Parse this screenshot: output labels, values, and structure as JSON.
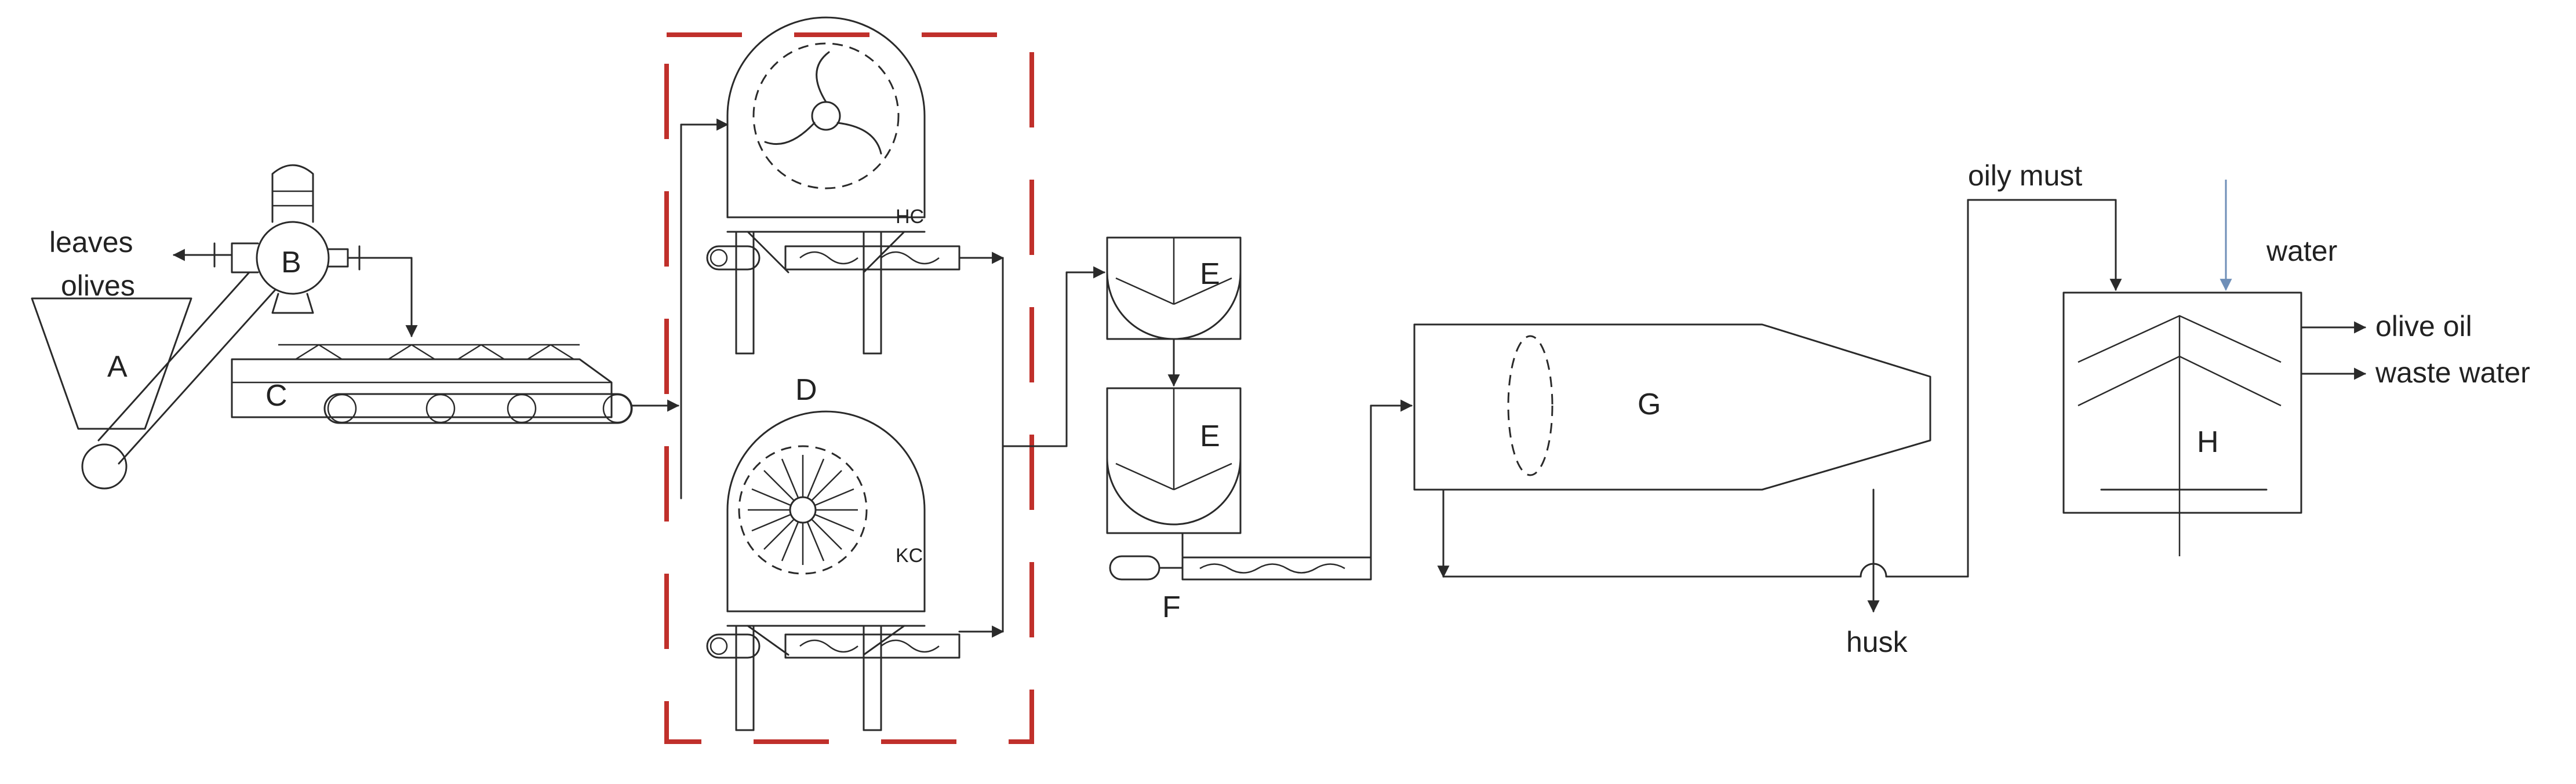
{
  "units": {
    "A": "A",
    "B": "B",
    "C": "C",
    "D": "D",
    "E_top": "E",
    "E_bottom": "E",
    "F": "F",
    "G": "G",
    "H": "H",
    "HC": "HC",
    "KC": "KC"
  },
  "flows": {
    "leaves": "leaves",
    "olives": "olives",
    "oily_must": "oily must",
    "water": "water",
    "olive_oil": "olive oil",
    "waste_water": "waste water",
    "husk": "husk"
  },
  "colors": {
    "line": "#2a2a2a",
    "dashed_boundary": "#c0302b",
    "water_arrow": "#6f8fb8"
  }
}
